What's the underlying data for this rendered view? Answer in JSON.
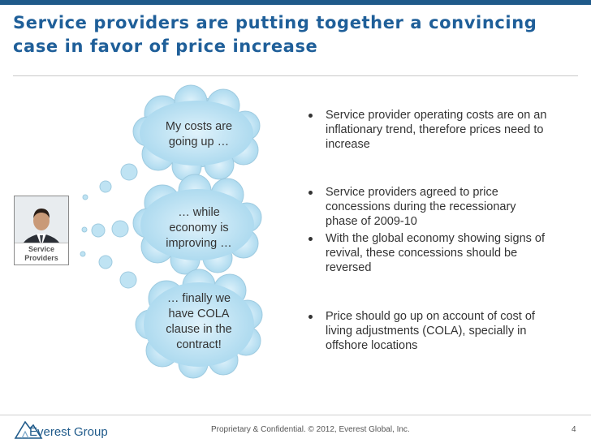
{
  "slide": {
    "title": "Service providers are putting together a convincing case in favor of price increase",
    "avatar_label_line1": "Service",
    "avatar_label_line2": "Providers",
    "clouds": [
      {
        "lines": [
          "My costs are",
          "going up …"
        ]
      },
      {
        "lines": [
          "… while",
          "economy is",
          "improving …"
        ]
      },
      {
        "lines": [
          "… finally we",
          "have COLA",
          "clause in the",
          "contract!"
        ]
      }
    ],
    "bullets": [
      {
        "lines": [
          "Service provider operating costs are on an",
          "inflationary trend, therefore prices need to",
          "increase"
        ]
      },
      {
        "lines": [
          "Service providers agreed to price",
          "concessions during the recessionary",
          "phase of 2009-10"
        ]
      },
      {
        "lines": [
          "With the global economy showing signs of",
          "revival, these concessions should be",
          "reversed"
        ]
      },
      {
        "lines": [
          "Price should go up on account of cost of",
          "living adjustments (COLA), specially in",
          "offshore locations"
        ]
      }
    ],
    "colors": {
      "title": "#1f5f99",
      "cloud_fill": "#c4e6f5",
      "cloud_stroke": "#8fc3d8"
    }
  },
  "footer": {
    "logo_text": "Everest Group",
    "confidential": "Proprietary & Confidential. © 2012, Everest Global, Inc.",
    "page_number": "4"
  }
}
